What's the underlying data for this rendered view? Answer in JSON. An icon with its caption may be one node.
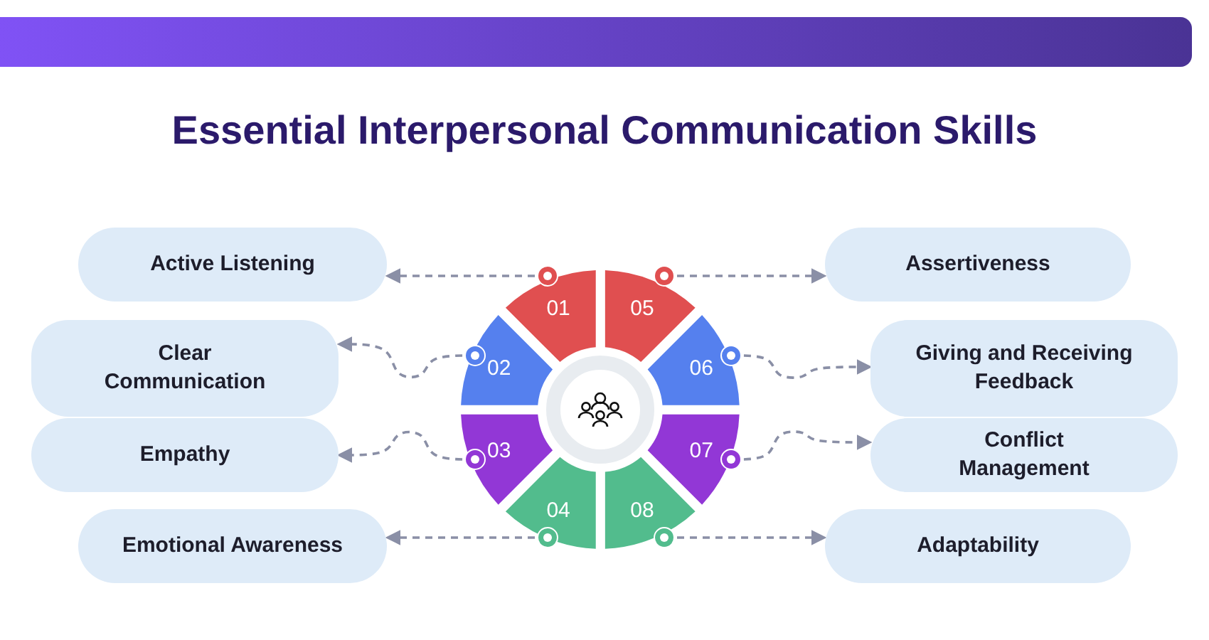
{
  "diagram": {
    "title": "Essential Interpersonal Communication Skills",
    "nodes": [
      {
        "text": [
          "Active Listening"
        ]
      },
      {
        "text": [
          "Clear Communication"
        ]
      },
      {
        "text": [
          "Empathy"
        ]
      },
      {
        "text": [
          "Emotional Awareness"
        ]
      },
      {
        "text": [
          "Assertiveness"
        ]
      },
      {
        "text": [
          "Giving and Receiving Feedback"
        ]
      },
      {
        "text": [
          "Conflict Management"
        ]
      },
      {
        "text": [
          "Adaptability"
        ]
      },
      {
        "text": [
          "01"
        ]
      },
      {
        "text": [
          "02"
        ]
      },
      {
        "text": [
          "03"
        ]
      },
      {
        "text": [
          "04"
        ]
      },
      {
        "text": [
          "05"
        ]
      },
      {
        "text": [
          "06"
        ]
      },
      {
        "text": [
          "07"
        ]
      },
      {
        "text": [
          "08"
        ]
      }
    ],
    "edges": [
      {
        "from": 8,
        "to": 0,
        "arrow": "to",
        "style": "dashed"
      },
      {
        "from": 9,
        "to": 1,
        "arrow": "to",
        "style": "dashed"
      },
      {
        "from": 10,
        "to": 2,
        "arrow": "to",
        "style": "dashed"
      },
      {
        "from": 11,
        "to": 3,
        "arrow": "to",
        "style": "dashed"
      },
      {
        "from": 12,
        "to": 4,
        "arrow": "to",
        "style": "dashed"
      },
      {
        "from": 13,
        "to": 5,
        "arrow": "to",
        "style": "dashed"
      },
      {
        "from": 14,
        "to": 6,
        "arrow": "to",
        "style": "dashed"
      },
      {
        "from": 15,
        "to": 7,
        "arrow": "to",
        "style": "dashed"
      }
    ]
  }
}
